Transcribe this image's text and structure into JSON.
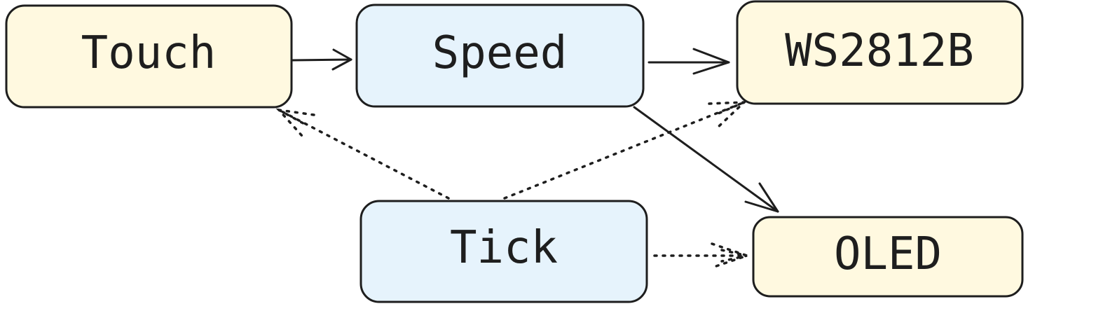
{
  "nodes": {
    "touch": {
      "label": "Touch",
      "fill": "#fff9e0"
    },
    "speed": {
      "label": "Speed",
      "fill": "#e6f3fc"
    },
    "ws2812b": {
      "label": "WS2812B",
      "fill": "#fff9e0"
    },
    "tick": {
      "label": "Tick",
      "fill": "#e6f3fc"
    },
    "oled": {
      "label": "OLED",
      "fill": "#fff9e0"
    }
  },
  "edges": [
    {
      "from": "Touch",
      "to": "Speed",
      "style": "solid"
    },
    {
      "from": "Speed",
      "to": "WS2812B",
      "style": "solid"
    },
    {
      "from": "Speed",
      "to": "OLED",
      "style": "solid"
    },
    {
      "from": "Tick",
      "to": "Touch",
      "style": "dotted"
    },
    {
      "from": "Tick",
      "to": "WS2812B",
      "style": "dotted"
    },
    {
      "from": "Tick",
      "to": "OLED",
      "style": "dotted"
    }
  ],
  "colors": {
    "stroke": "#1e1e1e",
    "yellow_fill": "#fff9e0",
    "blue_fill": "#e6f3fc"
  }
}
